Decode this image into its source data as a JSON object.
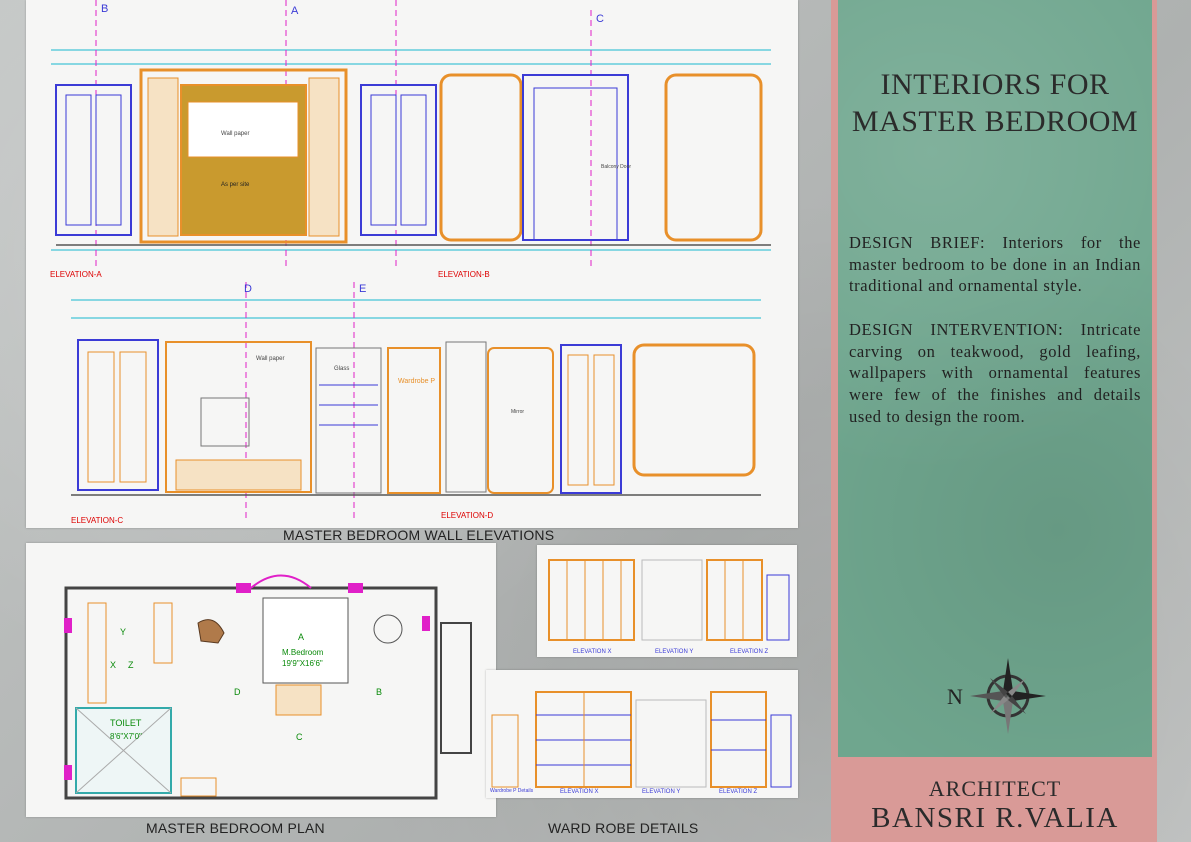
{
  "sheet": {
    "title_line1": "INTERIORS FOR",
    "title_line2": "MASTER BEDROOM",
    "design_brief": "DESIGN BRIEF: Interiors for the master bedroom to be done in an Indian traditional and ornamental style.",
    "design_intervention": "DESIGN INTERVENTION: Intricate carving on teakwood, gold leafing, wallpapers with ornamental features were few of the finishes and details used to design the room.",
    "north_label": "N",
    "architect_label": "ARCHITECT",
    "architect_name": "BANSRI R.VALIA"
  },
  "captions": {
    "elevations": "MASTER BEDROOM WALL ELEVATIONS",
    "plan": "MASTER BEDROOM PLAN",
    "wardrobe": "WARD ROBE DETAILS"
  },
  "elevations": {
    "labels": [
      "ELEVATION-A",
      "ELEVATION-B",
      "ELEVATION-C",
      "ELEVATION-D"
    ],
    "section_marks": [
      "A",
      "B",
      "C",
      "D",
      "E"
    ],
    "notes": {
      "wallpaper": "Wall paper",
      "as_per_site": "As per site",
      "wardrobe": "Wardrobe P",
      "balcony_door": "Balcony Door",
      "glass": "Glass",
      "mirror": "Mirror"
    }
  },
  "plan": {
    "room_label": "M.Bedroom",
    "room_size": "19'9\"X16'6\"",
    "toilet_label": "TOILET",
    "toilet_size": "8'6\"X7'0\"",
    "marks": [
      "A",
      "B",
      "C",
      "D",
      "X",
      "Y",
      "Z"
    ]
  },
  "wardrobe": {
    "top_labels": [
      "ELEVATION X",
      "ELEVATION Y",
      "ELEVATION Z"
    ],
    "bottom_labels": [
      "ELEVATION X",
      "ELEVATION Y",
      "ELEVATION Z"
    ],
    "detail_label": "Wardrobe P Details"
  },
  "colors": {
    "sidebar_green": "#6fa68e",
    "sidebar_pink": "#d99a97",
    "drawing_orange": "#e8902a",
    "drawing_blue": "#3b3bd6",
    "drawing_magenta": "#e020c8",
    "drawing_cyan": "#18b8d0"
  }
}
